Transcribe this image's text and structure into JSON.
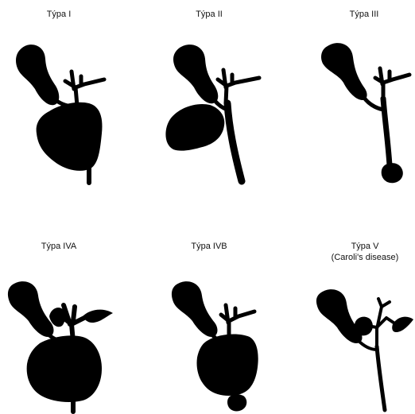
{
  "figure": {
    "ink_color": "#000000",
    "background": "#ffffff"
  },
  "panels": [
    {
      "label": "Týpa I"
    },
    {
      "label": "Týpa II"
    },
    {
      "label": "Týpa III"
    },
    {
      "label": "Týpa IVA"
    },
    {
      "label": "Týpa IVB"
    },
    {
      "label_line1": "Týpa V",
      "label_line2": "(Caroli's disease)"
    }
  ]
}
